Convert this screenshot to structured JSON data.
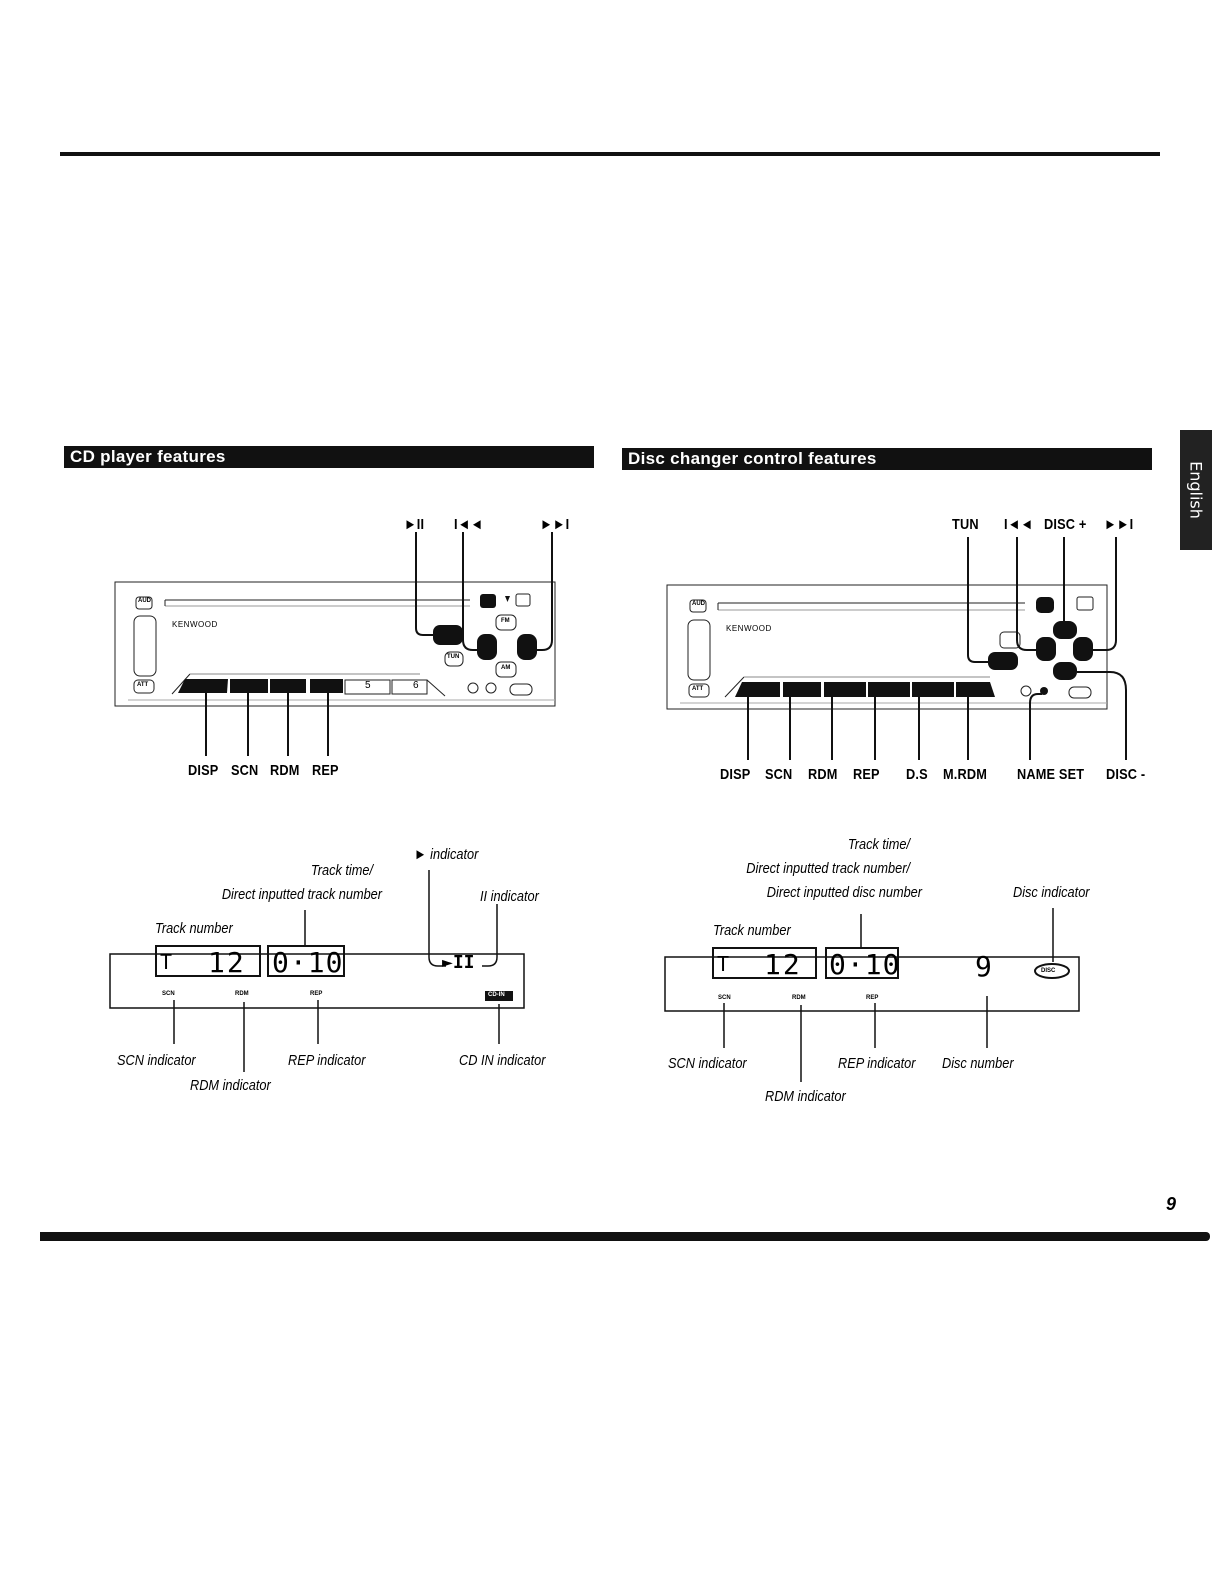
{
  "language_tab": "English",
  "page_number": "9",
  "left": {
    "title": "CD player features",
    "top_labels": {
      "play_pause": "►II",
      "prev": "I◄◄",
      "next": "►►I"
    },
    "bottom_labels": [
      "DISP",
      "SCN",
      "RDM",
      "REP"
    ],
    "unit": {
      "brand": "KENWOOD",
      "aud": "AUD",
      "att": "ATT",
      "tun": "TUN",
      "fm": "FM",
      "am": "AM",
      "preset_5": "5",
      "preset_6": "6"
    },
    "display": {
      "track": "T",
      "track_number": "12",
      "time": "0·10",
      "play_symbol": "►II",
      "scn": "SCN",
      "rdm": "RDM",
      "rep": "REP",
      "cd_in": "CD-IN"
    },
    "callouts": {
      "play_indicator": "► indicator",
      "track_time": "Track time/",
      "direct_track": "Direct inputted track number",
      "pause_indicator": "II indicator",
      "track_number": "Track number",
      "scn_indicator": "SCN indicator",
      "rep_indicator": "REP indicator",
      "cdin_indicator": "CD IN indicator",
      "rdm_indicator": "RDM indicator"
    }
  },
  "right": {
    "title": "Disc changer control features",
    "top_labels": {
      "tun": "TUN",
      "prev": "I◄◄",
      "disc_plus": "DISC +",
      "next": "►►I"
    },
    "bottom_labels": [
      "DISP",
      "SCN",
      "RDM",
      "REP",
      "D.S",
      "M.RDM",
      "NAME SET",
      "DISC -"
    ],
    "unit": {
      "brand": "KENWOOD",
      "aud": "AUD",
      "att": "ATT"
    },
    "display": {
      "track": "T",
      "track_number": "12",
      "time": "0·10",
      "disc_number": "9",
      "disc_icon": "DISC",
      "scn": "SCN",
      "rdm": "RDM",
      "rep": "REP"
    },
    "callouts": {
      "track_time": "Track time/",
      "direct_track": "Direct inputted track number/",
      "direct_disc": "Direct inputted disc  number",
      "disc_indicator": "Disc indicator",
      "track_number": "Track number",
      "scn_indicator": "SCN indicator",
      "rep_indicator": "REP indicator",
      "disc_number": "Disc number",
      "rdm_indicator": "RDM indicator"
    }
  },
  "colors": {
    "ink": "#111111",
    "paper": "#ffffff"
  }
}
